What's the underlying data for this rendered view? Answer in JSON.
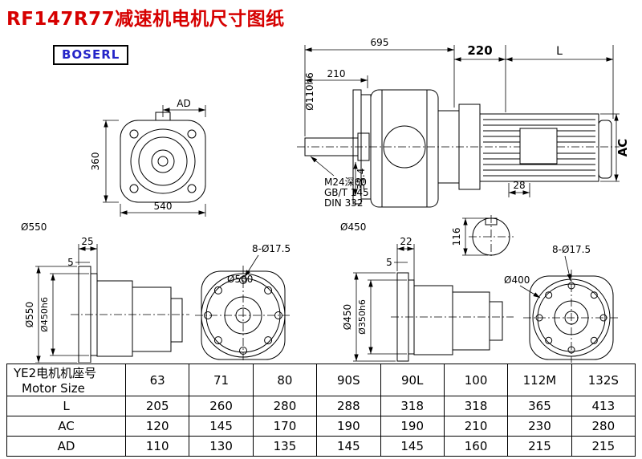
{
  "title": "RF147R77减速机电机尺寸图纸",
  "brand": "BOSERL",
  "front_view": {
    "ad": "AD",
    "h360": "360",
    "w540": "540",
    "od550": "Ø550"
  },
  "side_view": {
    "len695": "695",
    "len210": "210",
    "len220": "220",
    "lenL": "L",
    "shaft_dia": "Ø110h6",
    "thread": "M24深60",
    "std1": "GB/T 145",
    "std2": "DIN 332",
    "d334": "33.4",
    "ac": "AC",
    "od450": "Ø450",
    "d28": "28",
    "d116": "116"
  },
  "flange_side_a": {
    "t25": "25",
    "t5": "5",
    "od550": "Ø550",
    "fit": "Ø450h6"
  },
  "flange_face_a": {
    "od500": "Ø500",
    "holes": "8-Ø17.5"
  },
  "flange_side_b": {
    "t22": "22",
    "t5": "5",
    "od450": "Ø450",
    "fit": "Ø350h6"
  },
  "flange_face_b": {
    "od400": "Ø400",
    "holes": "8-Ø17.5"
  },
  "table": {
    "header_cn": "YE2电机机座号",
    "header_en": "Motor Size",
    "sizes": [
      "63",
      "71",
      "80",
      "90S",
      "90L",
      "100",
      "112M",
      "132S"
    ],
    "rows": [
      {
        "label": "L",
        "values": [
          "205",
          "260",
          "280",
          "288",
          "318",
          "318",
          "365",
          "413"
        ]
      },
      {
        "label": "AC",
        "values": [
          "120",
          "145",
          "170",
          "190",
          "190",
          "210",
          "230",
          "280"
        ]
      },
      {
        "label": "AD",
        "values": [
          "110",
          "130",
          "135",
          "145",
          "145",
          "160",
          "215",
          "215"
        ]
      }
    ]
  }
}
